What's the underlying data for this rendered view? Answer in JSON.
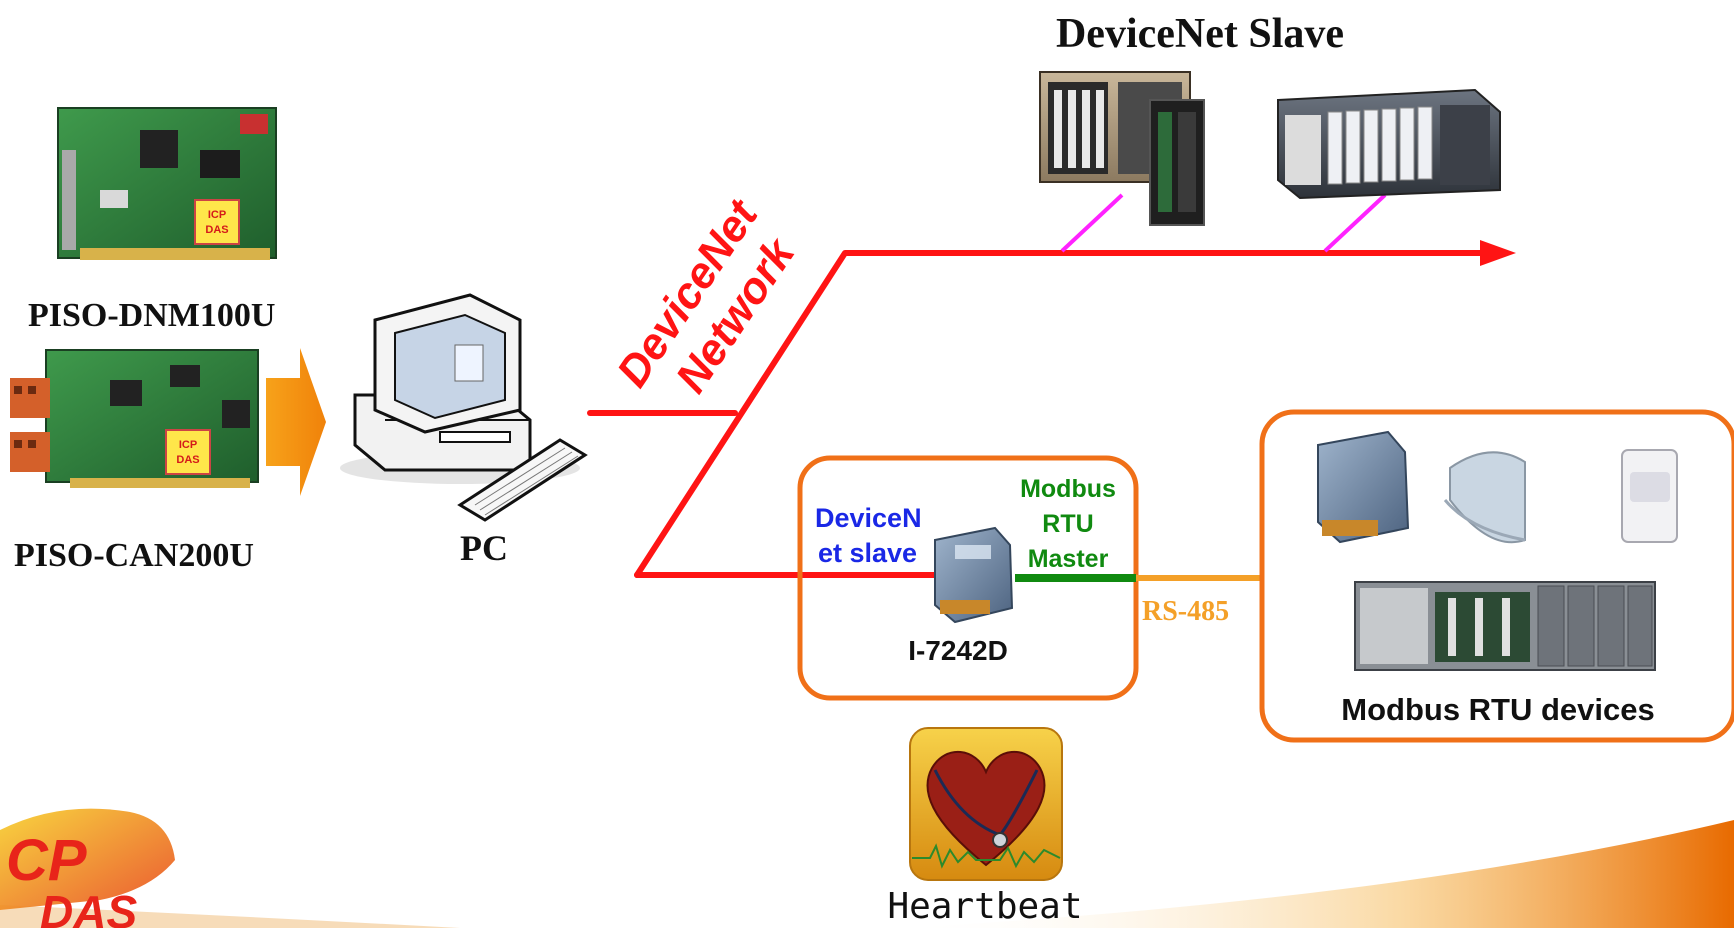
{
  "title": "DeviceNet Slave",
  "network_label": {
    "line1": "DeviceNet",
    "line2": "Network"
  },
  "pc_label": "PC",
  "cards": {
    "dnm": "PISO-DNM100U",
    "can": "PISO-CAN200U"
  },
  "gateway": {
    "left_label_line1": "DeviceN",
    "left_label_line2": "et slave",
    "right_label_line1": "Modbus",
    "right_label_line2": "RTU",
    "right_label_line3": "Master",
    "model": "I-7242D"
  },
  "bus_label": "RS-485",
  "devices_caption": "Modbus RTU devices",
  "heartbeat_label": "Heartbeat",
  "logo_text": {
    "line1": "CP",
    "line2": "DAS"
  },
  "card_stamp": {
    "line1": "ICP",
    "line2": "DAS"
  },
  "colors": {
    "network_red": "#ff1414",
    "magenta": "#ff22ff",
    "orange_box": "#f07018",
    "rs485_orange": "#f4a028",
    "deviceNet_blue": "#1a28e6",
    "modbus_green": "#108a10",
    "pcb_green": "#2f7a3a"
  }
}
